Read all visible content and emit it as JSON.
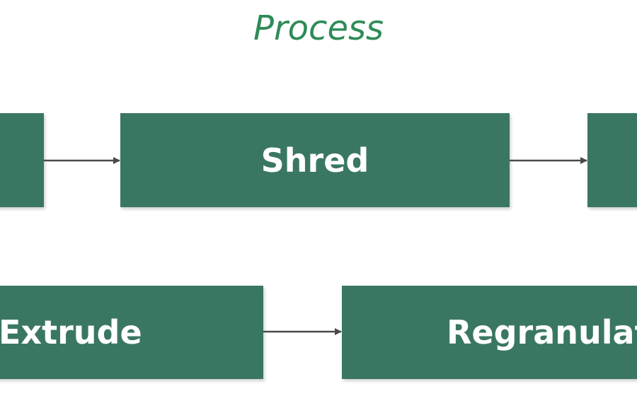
{
  "title": "Process",
  "boxes": {
    "left_top": "",
    "shred": "Shred",
    "right_top": "",
    "extrude": "Extrude",
    "regranulate": "Regranulat"
  },
  "colors": {
    "box": "#3a7762",
    "title": "#2e8b57",
    "arrow": "#4a4a4a"
  }
}
